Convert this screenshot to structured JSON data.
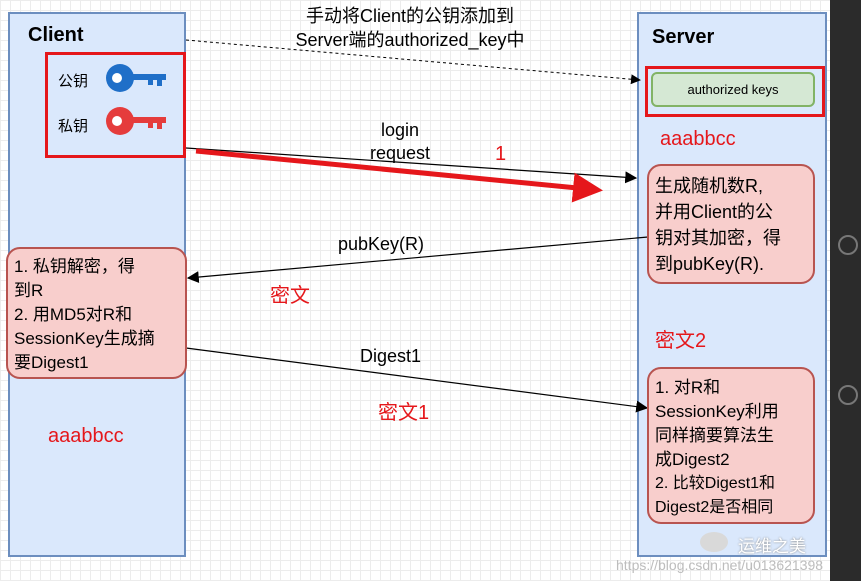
{
  "client": {
    "title": "Client",
    "public_key_label": "公钥",
    "private_key_label": "私钥",
    "public_key_color": "#1f6fc8",
    "private_key_color": "#e53c3c",
    "decrypt_steps": [
      "1. 私钥解密，得",
      "到R",
      "2. 用MD5对R和",
      "SessionKey生成摘",
      "要Digest1"
    ],
    "note": "aaabbcc"
  },
  "server": {
    "title": "Server",
    "authorized_keys_label": "authorized keys",
    "note": "aaabbcc",
    "generate_steps": [
      "生成随机数R,",
      "并用Client的公",
      "钥对其加密，得",
      "到pubKey(R)."
    ],
    "ciphertext2": "密文2",
    "compare_steps": [
      "1. 对R和",
      "SessionKey利用",
      "同样摘要算法生",
      "成Digest2",
      "2. 比较Digest1和",
      "Digest2是否相同"
    ]
  },
  "messages": {
    "add_key": [
      "手动将Client的公钥添加到",
      "Server端的authorized_key中"
    ],
    "login_request": [
      "login",
      "request"
    ],
    "step_number": "1",
    "pubkey": "pubKey(R)",
    "ciphertext": "密文",
    "digest": "Digest1",
    "ciphertext1": "密文1"
  },
  "watermark": {
    "brand": "运维之美",
    "url": "https://blog.csdn.net/u013621398"
  },
  "colors": {
    "lane_fill": "#dae8fc",
    "lane_border": "#6c8ebf",
    "highlight_red": "#e5171b",
    "box_fill": "#f8cecc",
    "box_border": "#b85450",
    "authorized_fill": "#d5e8d4"
  }
}
